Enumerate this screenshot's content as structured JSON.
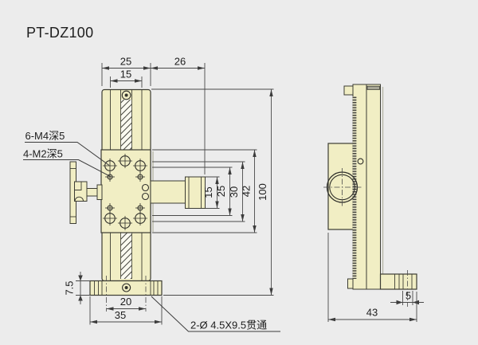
{
  "title": "PT-DZ100",
  "colors": {
    "background": "#ececec",
    "body_fill": "#f1eec4",
    "outline": "#3c3c33",
    "dimension_line": "#4a4a4a",
    "top_cap_gray": "#a7a695"
  },
  "front_view": {
    "dim_body_width": "25",
    "dim_knob_extent": "26",
    "dim_slide_width": "15",
    "dim_knob_cap": "15",
    "dim_span_25": "25",
    "dim_span_30": "30",
    "dim_platform_height": "42",
    "dim_total_height": "100",
    "dim_base_thickness": "7.5",
    "dim_slot_spacing": "20",
    "dim_base_width": "35",
    "label_m4_holes": "6-M4深5",
    "label_m2_holes": "4-M2深5",
    "label_through_holes": "2-Ø 4.5X9.5贯通"
  },
  "side_view": {
    "dim_slot_width": "5",
    "dim_depth": "43"
  }
}
